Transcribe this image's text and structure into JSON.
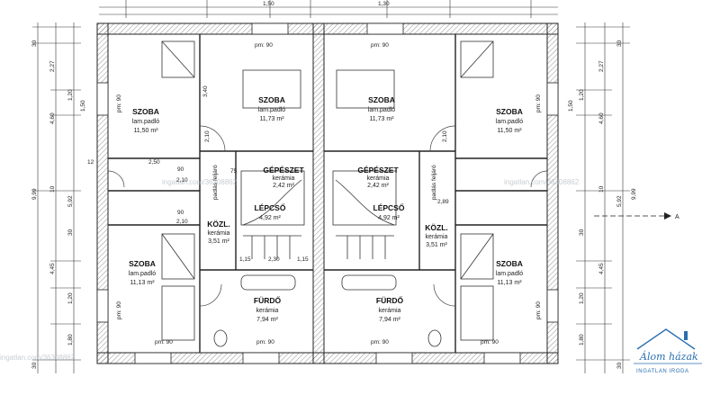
{
  "rooms": {
    "szoba_lt": {
      "name": "SZOBA",
      "floor": "lam.padló",
      "area": "11,50 m²"
    },
    "szoba_ct_l": {
      "name": "SZOBA",
      "floor": "lam.padló",
      "area": "11,73 m²"
    },
    "szoba_ct_r": {
      "name": "SZOBA",
      "floor": "lam.padló",
      "area": "11,73 m²"
    },
    "szoba_rt": {
      "name": "SZOBA",
      "floor": "lam.padló",
      "area": "11,50 m²"
    },
    "gepeszet_l": {
      "name": "GÉPÉSZET",
      "floor": "kerámia",
      "area": "2,42 m²"
    },
    "gepeszet_r": {
      "name": "GÉPÉSZET",
      "floor": "kerámia",
      "area": "2,42 m²"
    },
    "lepcso_l": {
      "name": "LÉPCSŐ",
      "area": "4,92 m²"
    },
    "lepcso_r": {
      "name": "LÉPCSŐ",
      "area": "4,92 m²"
    },
    "kozl_l": {
      "name": "KÖZL.",
      "floor": "kerámia",
      "area": "3,51 m²"
    },
    "kozl_r": {
      "name": "KÖZL.",
      "floor": "kerámia",
      "area": "3,51 m²"
    },
    "szoba_lb": {
      "name": "SZOBA",
      "floor": "lam.padló",
      "area": "11,13 m²"
    },
    "szoba_rb": {
      "name": "SZOBA",
      "floor": "lam.padló",
      "area": "11,13 m²"
    },
    "furdo_l": {
      "name": "FÜRDŐ",
      "floor": "kerámia",
      "area": "7,94 m²"
    },
    "furdo_r": {
      "name": "FÜRDŐ",
      "floor": "kerámia",
      "area": "7,94 m²"
    }
  },
  "parapets": {
    "label": "pm: 90"
  },
  "dims": {
    "left": [
      "30",
      "2,27",
      "1,20",
      "1,50",
      "4,60",
      "9,99",
      "10",
      "5,92",
      "30",
      "4,45",
      "1,20",
      "1,80",
      "30"
    ],
    "right": [
      "30",
      "2,27",
      "1,20",
      "1,50",
      "4,60",
      "9,99",
      "10",
      "5,92",
      "30",
      "4,45",
      "1,20",
      "1,80",
      "30"
    ],
    "interior": [
      "2,50",
      "90",
      "2,10",
      "12",
      "90",
      "2,10",
      "1,15",
      "2,30",
      "1,15",
      "2,10",
      "75",
      "3,40",
      "2,10",
      "2,89"
    ],
    "top": [
      "1,50",
      "1,30"
    ],
    "section": "A",
    "attic": "padlás feljáró"
  },
  "watermark": {
    "text": "ingatlan.com/36308862"
  },
  "logo": {
    "name": "Álom házak",
    "sub": "INGATLAN IRODA"
  }
}
